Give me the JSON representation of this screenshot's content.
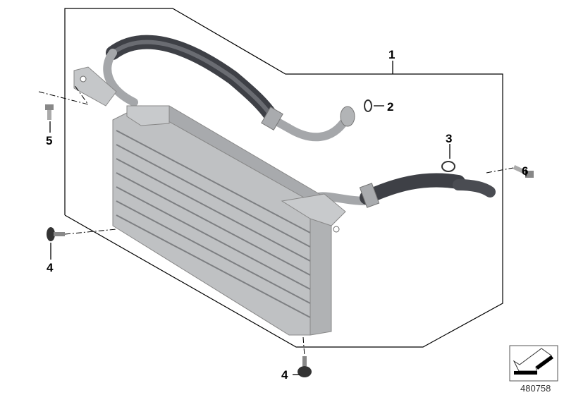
{
  "diagram": {
    "callouts": [
      {
        "id": "1",
        "label": "1"
      },
      {
        "id": "2",
        "label": "2"
      },
      {
        "id": "3",
        "label": "3"
      },
      {
        "id": "4a",
        "label": "4"
      },
      {
        "id": "4b",
        "label": "4"
      },
      {
        "id": "5",
        "label": "5"
      },
      {
        "id": "6",
        "label": "6"
      }
    ],
    "reference_number": "480758",
    "icons": [
      "direction-arrow-icon"
    ],
    "colors": {
      "line": "#000000",
      "metal": "#b8babc",
      "hose": "#4a4c52"
    }
  }
}
